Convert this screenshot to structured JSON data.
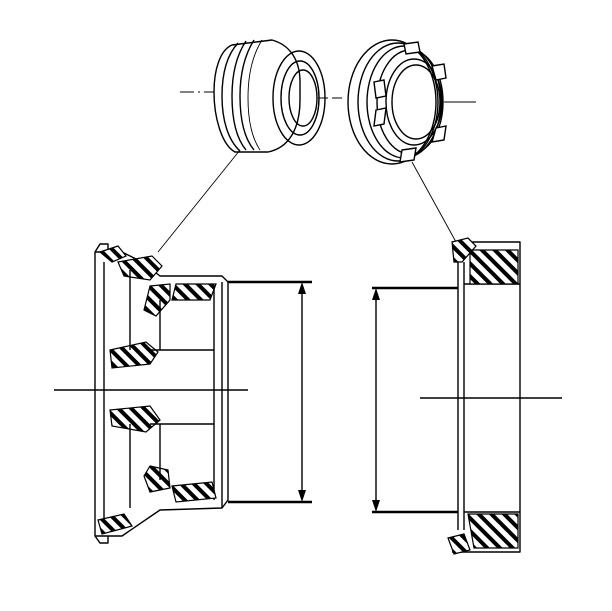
{
  "figure": {
    "kind": "technical-line-drawing",
    "components": [
      {
        "id": "seal-assembly-left",
        "view": "exploded-3d"
      },
      {
        "id": "seal-assembly-right",
        "view": "exploded-3d"
      },
      {
        "id": "housing-left",
        "view": "cross-section"
      },
      {
        "id": "housing-right",
        "view": "cross-section"
      }
    ],
    "hatch_pattern": "diagonal-rubber-seal",
    "stroke_color": "#000000",
    "background": "#ffffff"
  }
}
